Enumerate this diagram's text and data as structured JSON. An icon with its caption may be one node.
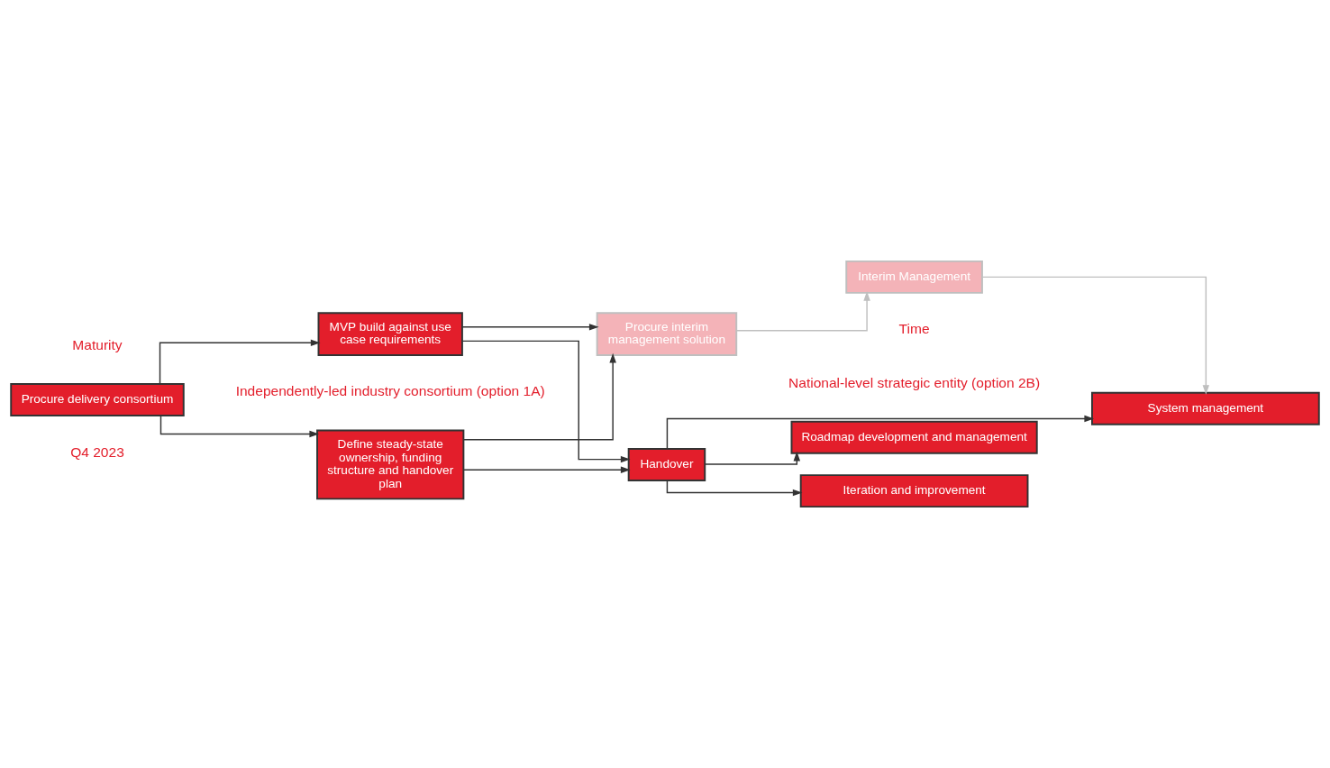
{
  "diagram": {
    "nodes": [
      {
        "text": [
          "Procure delivery consortium"
        ]
      },
      {
        "text": [
          "Define steady-state ownership, funding structure and handover plan"
        ]
      },
      {
        "text": [
          "MVP build against use case requirements"
        ]
      },
      {
        "text": [
          "Handover"
        ]
      },
      {
        "text": [
          "Procure interim management solution"
        ]
      },
      {
        "text": [
          "Iteration and improvement"
        ]
      },
      {
        "text": [
          "Roadmap development and management"
        ]
      },
      {
        "text": [
          "System management"
        ]
      },
      {
        "text": [
          "Interim Management"
        ]
      }
    ],
    "edges": [
      {
        "from": 0,
        "to": 1,
        "arrow": "to"
      },
      {
        "from": 0,
        "to": 2,
        "arrow": "to"
      },
      {
        "from": 1,
        "to": 3,
        "arrow": "to"
      },
      {
        "from": 1,
        "to": 4,
        "arrow": "to"
      },
      {
        "from": 2,
        "to": 3,
        "arrow": "to"
      },
      {
        "from": 2,
        "to": 4,
        "arrow": "to"
      },
      {
        "from": 3,
        "to": 5,
        "arrow": "to"
      },
      {
        "from": 3,
        "to": 6,
        "arrow": "to"
      },
      {
        "from": 3,
        "to": 7,
        "arrow": "to"
      },
      {
        "from": 4,
        "to": 8,
        "arrow": "to",
        "color": "#bfbfbf"
      },
      {
        "from": 8,
        "to": 7,
        "arrow": "to",
        "color": "#bfbfbf"
      }
    ],
    "labels": [
      "Independently-led industry consortium (option 1A)",
      "National-level strategic entity (option 2B)",
      "Maturity",
      "Q4 2023",
      "Time"
    ]
  }
}
